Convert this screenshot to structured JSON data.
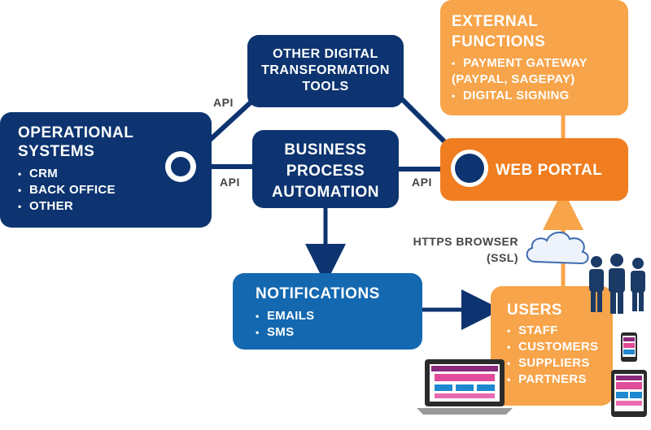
{
  "operational": {
    "title": "OPERATIONAL SYSTEMS",
    "items": [
      "CRM",
      "BACK OFFICE",
      "OTHER"
    ]
  },
  "other_tools": {
    "title": "OTHER DIGITAL TRANSFORMATION TOOLS"
  },
  "bpa": {
    "title": "BUSINESS PROCESS AUTOMATION"
  },
  "external": {
    "title": "EXTERNAL FUNCTIONS",
    "items": [
      "PAYMENT GATEWAY (PAYPAL, SAGEPAY)",
      "DIGITAL SIGNING"
    ]
  },
  "web_portal": {
    "title": "WEB PORTAL"
  },
  "notifications": {
    "title": "NOTIFICATIONS",
    "items": [
      "EMAILS",
      "SMS"
    ]
  },
  "users": {
    "title": "USERS",
    "items": [
      "STAFF",
      "CUSTOMERS",
      "SUPPLIERS",
      "PARTNERS"
    ]
  },
  "labels": {
    "api_top": "API",
    "api_left": "API",
    "api_right": "API",
    "https_line1": "HTTPS BROWSER",
    "https_line2": "(SSL)"
  },
  "colors": {
    "navy": "#0d3470",
    "blue": "#1468b0",
    "orange_dark": "#f07d1f",
    "orange_light": "#f7a44a",
    "label_grey": "#444444"
  }
}
